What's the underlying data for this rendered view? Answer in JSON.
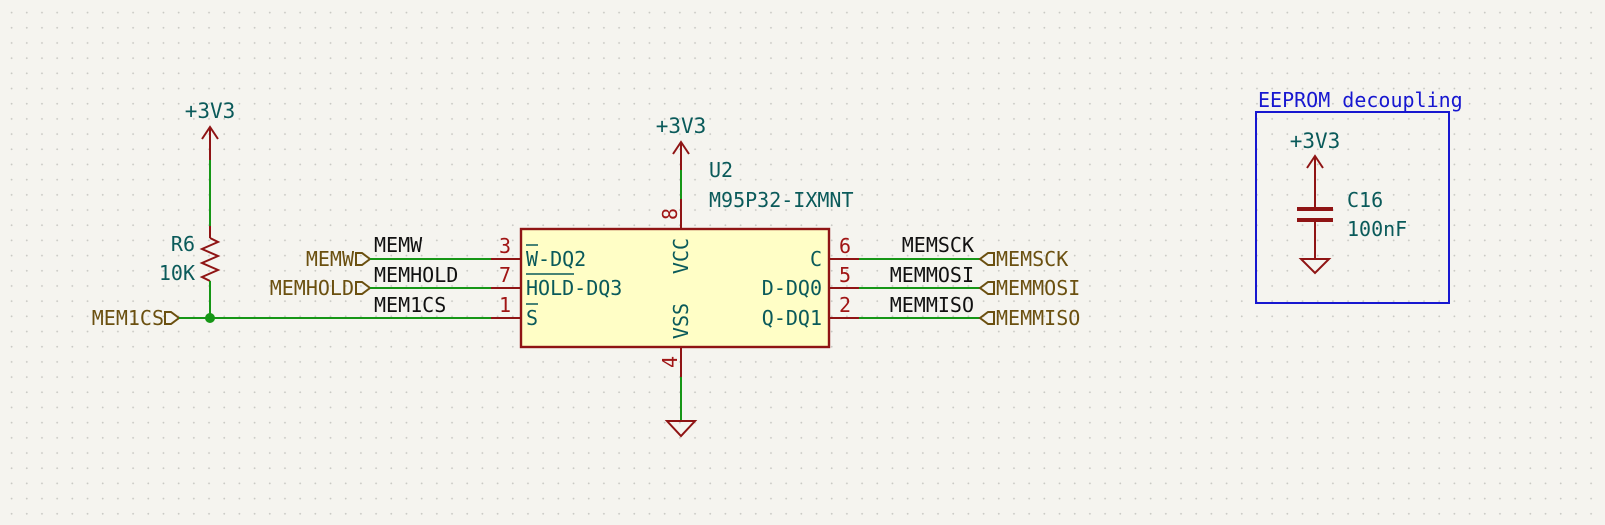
{
  "power": {
    "vcc_r6": "+3V3",
    "vcc_u2": "+3V3",
    "vcc_c16": "+3V3"
  },
  "components": {
    "r6": {
      "ref": "R6",
      "value": "10K"
    },
    "u2": {
      "ref": "U2",
      "value": "M95P32-IXMNT",
      "pins": {
        "w": {
          "num": "3",
          "name": "W-DQ2"
        },
        "hold": {
          "num": "7",
          "name": "HOLD-DQ3"
        },
        "s": {
          "num": "1",
          "name": "S"
        },
        "c": {
          "num": "6",
          "name": "C"
        },
        "d": {
          "num": "5",
          "name": "D-DQ0"
        },
        "q": {
          "num": "2",
          "name": "Q-DQ1"
        },
        "vcc": {
          "num": "8",
          "name": "VCC"
        },
        "vss": {
          "num": "4",
          "name": "VSS"
        }
      }
    },
    "c16": {
      "ref": "C16",
      "value": "100nF"
    }
  },
  "nets": {
    "memw": "MEMW",
    "memhold": "MEMHOLD",
    "mem1cs": "MEM1CS",
    "memsck": "MEMSCK",
    "memmosi": "MEMMOSI",
    "memmiso": "MEMMISO"
  },
  "global_labels": {
    "memw": "MEMW",
    "memhold": "MEMHOLD",
    "mem1cs": "MEM1CS",
    "memsck": "MEMSCK",
    "memmosi": "MEMMOSI",
    "memmiso": "MEMMISO"
  },
  "notes": {
    "decoupling_title": "EEPROM decoupling"
  },
  "colors": {
    "wire": "#169616",
    "component_outline": "#8f1414",
    "component_fill": "#fffec6",
    "power_text": "#0a5a5a",
    "global_label": "#6b5010",
    "note": "#1717d0"
  }
}
